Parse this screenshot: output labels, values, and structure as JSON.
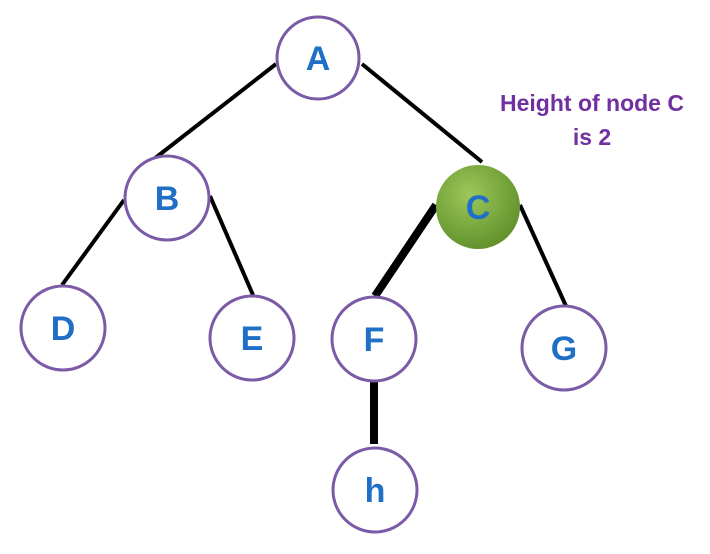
{
  "nodes": {
    "a": "A",
    "b": "B",
    "c": "C",
    "d": "D",
    "e": "E",
    "f": "F",
    "g": "G",
    "h": "h"
  },
  "highlight_node": "C",
  "height_path": [
    "C",
    "F",
    "h"
  ],
  "edges": [
    [
      "A",
      "B"
    ],
    [
      "A",
      "C"
    ],
    [
      "B",
      "D"
    ],
    [
      "B",
      "E"
    ],
    [
      "C",
      "F"
    ],
    [
      "C",
      "G"
    ],
    [
      "F",
      "h"
    ]
  ],
  "caption": {
    "line1": "Height of node C",
    "line2": "is 2"
  },
  "colors": {
    "node_border": "#7b5aa6",
    "node_text": "#1f6fc6",
    "highlight_fill": "#77a63a",
    "caption": "#7030a0",
    "edge": "#000000"
  }
}
